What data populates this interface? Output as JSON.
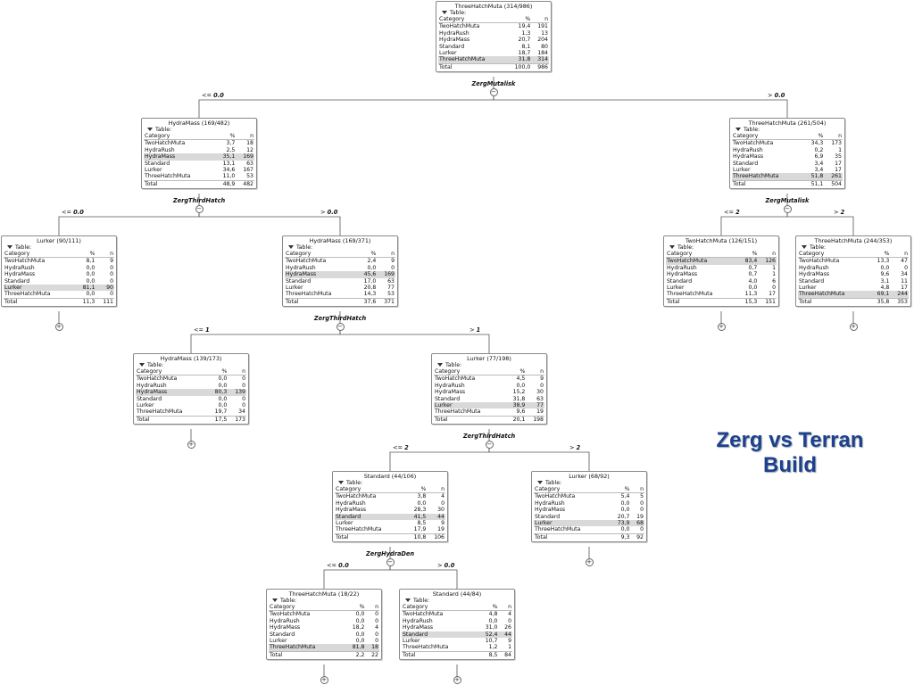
{
  "title_line1": "Zerg vs Terran",
  "title_line2": "Build",
  "table_label": "Table:",
  "col_headers": [
    "Category",
    "%",
    "n"
  ],
  "total_label": "Total",
  "nodes": [
    {
      "id": "root",
      "title": "ThreeHatchMuta (314/986)",
      "rows": [
        [
          "TwoHatchMuta",
          "19,4",
          "191"
        ],
        [
          "HydraRush",
          "1,3",
          "13"
        ],
        [
          "HydraMass",
          "20,7",
          "204"
        ],
        [
          "Standard",
          "8,1",
          "80"
        ],
        [
          "Lurker",
          "18,7",
          "184"
        ],
        [
          "ThreeHatchMuta",
          "31,8",
          "314"
        ]
      ],
      "hl": 5,
      "total": [
        "100,0",
        "986"
      ],
      "split": "ZergMutalisk",
      "button": "−"
    },
    {
      "id": "l1",
      "title": "HydraMass (169/482)",
      "rows": [
        [
          "TwoHatchMuta",
          "3,7",
          "18"
        ],
        [
          "HydraRush",
          "2,5",
          "12"
        ],
        [
          "HydraMass",
          "35,1",
          "169"
        ],
        [
          "Standard",
          "13,1",
          "63"
        ],
        [
          "Lurker",
          "34,6",
          "167"
        ],
        [
          "ThreeHatchMuta",
          "11,0",
          "53"
        ]
      ],
      "hl": 2,
      "total": [
        "48,9",
        "482"
      ],
      "split": "ZergThirdHatch",
      "button": "−"
    },
    {
      "id": "r1",
      "title": "ThreeHatchMuta (261/504)",
      "rows": [
        [
          "TwoHatchMuta",
          "34,3",
          "173"
        ],
        [
          "HydraRush",
          "0,2",
          "1"
        ],
        [
          "HydraMass",
          "6,9",
          "35"
        ],
        [
          "Standard",
          "3,4",
          "17"
        ],
        [
          "Lurker",
          "3,4",
          "17"
        ],
        [
          "ThreeHatchMuta",
          "51,8",
          "261"
        ]
      ],
      "hl": 5,
      "total": [
        "51,1",
        "504"
      ],
      "split": "ZergMutalisk",
      "button": "−"
    },
    {
      "id": "l2a",
      "title": "Lurker (90/111)",
      "rows": [
        [
          "TwoHatchMuta",
          "8,1",
          "9"
        ],
        [
          "HydraRush",
          "0,0",
          "0"
        ],
        [
          "HydraMass",
          "0,0",
          "0"
        ],
        [
          "Standard",
          "0,0",
          "0"
        ],
        [
          "Lurker",
          "81,1",
          "90"
        ],
        [
          "ThreeHatchMuta",
          "0,0",
          "0"
        ]
      ],
      "hl": 4,
      "total": [
        "11,3",
        "111"
      ],
      "split": "",
      "button": "+"
    },
    {
      "id": "l2b",
      "title": "HydraMass (169/371)",
      "rows": [
        [
          "TwoHatchMuta",
          "2,4",
          "9"
        ],
        [
          "HydraRush",
          "0,0",
          "0"
        ],
        [
          "HydraMass",
          "45,6",
          "169"
        ],
        [
          "Standard",
          "17,0",
          "63"
        ],
        [
          "Lurker",
          "20,8",
          "77"
        ],
        [
          "ThreeHatchMuta",
          "14,3",
          "53"
        ]
      ],
      "hl": 2,
      "total": [
        "37,6",
        "371"
      ],
      "split": "ZergThirdHatch",
      "button": "−"
    },
    {
      "id": "r2a",
      "title": "TwoHatchMuta (126/151)",
      "rows": [
        [
          "TwoHatchMuta",
          "83,4",
          "126"
        ],
        [
          "HydraRush",
          "0,7",
          "1"
        ],
        [
          "HydraMass",
          "0,7",
          "1"
        ],
        [
          "Standard",
          "4,0",
          "6"
        ],
        [
          "Lurker",
          "0,0",
          "0"
        ],
        [
          "ThreeHatchMuta",
          "11,3",
          "17"
        ]
      ],
      "hl": 0,
      "total": [
        "15,3",
        "151"
      ],
      "split": "",
      "button": "+"
    },
    {
      "id": "r2b",
      "title": "ThreeHatchMuta (244/353)",
      "rows": [
        [
          "TwoHatchMuta",
          "13,3",
          "47"
        ],
        [
          "HydraRush",
          "0,0",
          "0"
        ],
        [
          "HydraMass",
          "9,6",
          "34"
        ],
        [
          "Standard",
          "3,1",
          "11"
        ],
        [
          "Lurker",
          "4,8",
          "17"
        ],
        [
          "ThreeHatchMuta",
          "69,1",
          "244"
        ]
      ],
      "hl": 5,
      "total": [
        "35,8",
        "353"
      ],
      "split": "",
      "button": "+"
    },
    {
      "id": "l3a",
      "title": "HydraMass (139/173)",
      "rows": [
        [
          "TwoHatchMuta",
          "0,0",
          "0"
        ],
        [
          "HydraRush",
          "0,0",
          "0"
        ],
        [
          "HydraMass",
          "80,3",
          "139"
        ],
        [
          "Standard",
          "0,0",
          "0"
        ],
        [
          "Lurker",
          "0,0",
          "0"
        ],
        [
          "ThreeHatchMuta",
          "19,7",
          "34"
        ]
      ],
      "hl": 2,
      "total": [
        "17,5",
        "173"
      ],
      "split": "",
      "button": "+"
    },
    {
      "id": "l3b",
      "title": "Lurker (77/198)",
      "rows": [
        [
          "TwoHatchMuta",
          "4,5",
          "9"
        ],
        [
          "HydraRush",
          "0,0",
          "0"
        ],
        [
          "HydraMass",
          "15,2",
          "30"
        ],
        [
          "Standard",
          "31,8",
          "63"
        ],
        [
          "Lurker",
          "38,9",
          "77"
        ],
        [
          "ThreeHatchMuta",
          "9,6",
          "19"
        ]
      ],
      "hl": 4,
      "total": [
        "20,1",
        "198"
      ],
      "split": "ZergThirdHatch",
      "button": "−"
    },
    {
      "id": "l4a",
      "title": "Standard (44/106)",
      "rows": [
        [
          "TwoHatchMuta",
          "3,8",
          "4"
        ],
        [
          "HydraRush",
          "0,0",
          "0"
        ],
        [
          "HydraMass",
          "28,3",
          "30"
        ],
        [
          "Standard",
          "41,5",
          "44"
        ],
        [
          "Lurker",
          "8,5",
          "9"
        ],
        [
          "ThreeHatchMuta",
          "17,9",
          "19"
        ]
      ],
      "hl": 3,
      "total": [
        "10,8",
        "106"
      ],
      "split": "ZergHydraDen",
      "button": "−"
    },
    {
      "id": "l4b",
      "title": "Lurker (68/92)",
      "rows": [
        [
          "TwoHatchMuta",
          "5,4",
          "5"
        ],
        [
          "HydraRush",
          "0,0",
          "0"
        ],
        [
          "HydraMass",
          "0,0",
          "0"
        ],
        [
          "Standard",
          "20,7",
          "19"
        ],
        [
          "Lurker",
          "73,9",
          "68"
        ],
        [
          "ThreeHatchMuta",
          "0,0",
          "0"
        ]
      ],
      "hl": 4,
      "total": [
        "9,3",
        "92"
      ],
      "split": "",
      "button": "+"
    },
    {
      "id": "l5a",
      "title": "ThreeHatchMuta (18/22)",
      "rows": [
        [
          "TwoHatchMuta",
          "0,0",
          "0"
        ],
        [
          "HydraRush",
          "0,0",
          "0"
        ],
        [
          "HydraMass",
          "18,2",
          "4"
        ],
        [
          "Standard",
          "0,0",
          "0"
        ],
        [
          "Lurker",
          "0,0",
          "0"
        ],
        [
          "ThreeHatchMuta",
          "81,8",
          "18"
        ]
      ],
      "hl": 5,
      "total": [
        "2,2",
        "22"
      ],
      "split": "",
      "button": "+"
    },
    {
      "id": "l5b",
      "title": "Standard (44/84)",
      "rows": [
        [
          "TwoHatchMuta",
          "4,8",
          "4"
        ],
        [
          "HydraRush",
          "0,0",
          "0"
        ],
        [
          "HydraMass",
          "31,0",
          "26"
        ],
        [
          "Standard",
          "52,4",
          "44"
        ],
        [
          "Lurker",
          "10,7",
          "9"
        ],
        [
          "ThreeHatchMuta",
          "1,2",
          "1"
        ]
      ],
      "hl": 3,
      "total": [
        "8,5",
        "84"
      ],
      "split": "",
      "button": "+"
    }
  ],
  "edge_labels": [
    {
      "op": "<=",
      "val": "0.0"
    },
    {
      "op": ">",
      "val": "0.0"
    },
    {
      "op": "<=",
      "val": "0.0"
    },
    {
      "op": ">",
      "val": "0.0"
    },
    {
      "op": "<=",
      "val": "2"
    },
    {
      "op": ">",
      "val": "2"
    },
    {
      "op": "<=",
      "val": "1"
    },
    {
      "op": ">",
      "val": "1"
    },
    {
      "op": "<=",
      "val": "2"
    },
    {
      "op": ">",
      "val": "2"
    },
    {
      "op": "<=",
      "val": "0.0"
    },
    {
      "op": ">",
      "val": "0.0"
    }
  ]
}
